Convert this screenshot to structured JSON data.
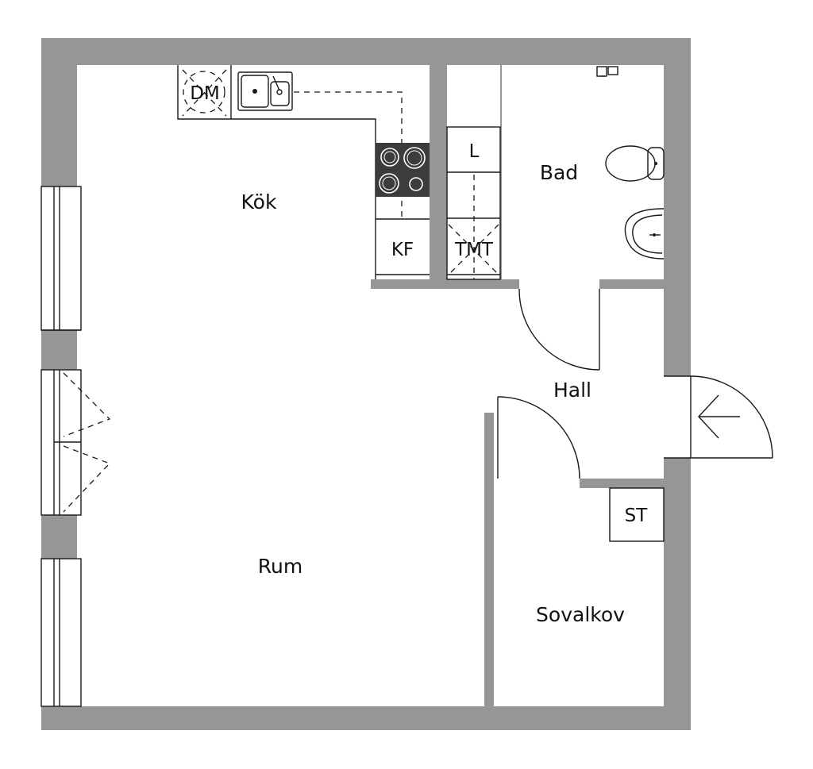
{
  "floorplan": {
    "rooms": {
      "kok": "Kök",
      "bad": "Bad",
      "hall": "Hall",
      "rum": "Rum",
      "sovalkov": "Sovalkov"
    },
    "fixtures": {
      "dm": "DM",
      "l": "L",
      "kf": "KF",
      "tmt": "TMT",
      "st": "ST"
    },
    "colors": {
      "wall": "#969696",
      "line": "#1a1a1a",
      "stove": "#3c3c3c"
    }
  }
}
